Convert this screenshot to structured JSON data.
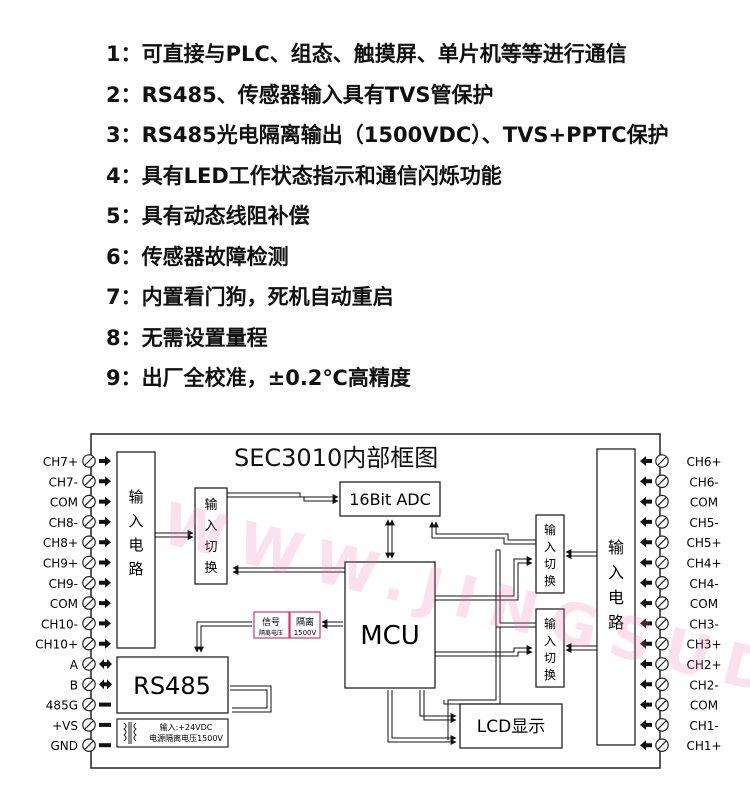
{
  "features": [
    "1：可直接与PLC、组态、触摸屏、单片机等等进行通信",
    "2：RS485、传感器输入具有TVS管保护",
    "3：RS485光电隔离输出（1500VDC）、TVS+PPTC保护",
    "4：具有LED工作状态指示和通信闪烁功能",
    "5：具有动态线阻补偿",
    "6：传感器故障检测",
    "7：内置看门狗，死机自动重启",
    "8：无需设置量程",
    "9：出厂全校准，±0.2℃高精度"
  ],
  "diagram": {
    "title": "SEC3010内部框图",
    "left_terminals": [
      "CH7+",
      "CH7-",
      "COM",
      "CH8-",
      "CH8+",
      "CH9+",
      "CH9-",
      "COM",
      "CH10-",
      "CH10+",
      "A",
      "B",
      "485G",
      "+VS",
      "GND"
    ],
    "right_terminals": [
      "CH6+",
      "CH6-",
      "COM",
      "CH5-",
      "CH5+",
      "CH4+",
      "CH4-",
      "COM",
      "CH3-",
      "CH3+",
      "CH2+",
      "CH2-",
      "COM",
      "CH1-",
      "CH1+"
    ],
    "input_circuit_left": [
      "输",
      "入",
      "电",
      "路"
    ],
    "input_circuit_right": [
      "输",
      "入",
      "电",
      "路"
    ],
    "input_switch_left": [
      "输",
      "入",
      "切",
      "换"
    ],
    "input_switch_right_top": [
      "输",
      "入",
      "切",
      "换"
    ],
    "input_switch_right_bottom": [
      "输",
      "入",
      "切",
      "换"
    ],
    "adc": "16Bit ADC",
    "mcu": "MCU",
    "rs485": "RS485",
    "lcd": "LCD显示",
    "iso_signal_top": "信号",
    "iso_signal_bottom": "隔离电压",
    "iso_voltage_top": "隔离",
    "iso_voltage_bottom": "1500V",
    "power_line1": "输入:+24VDC",
    "power_line2": "电源隔离电压1500V"
  },
  "watermark": "WWW.JINGSUDZ.COM",
  "colors": {
    "iso_box": "#e0306a",
    "watermark": "#ec78aa"
  }
}
